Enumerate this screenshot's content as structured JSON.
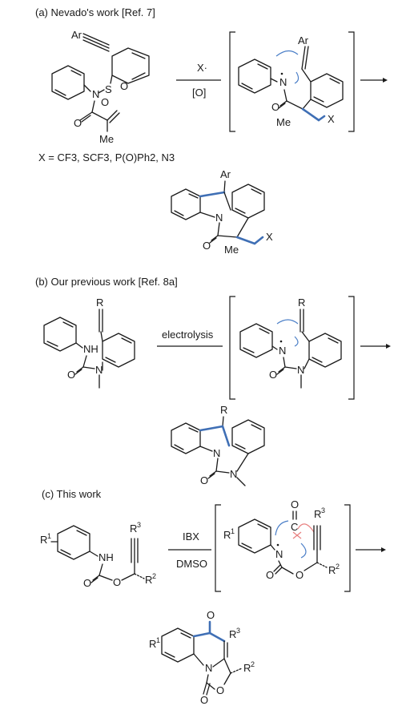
{
  "sections": [
    {
      "heading": "(a) Nevado's work [Ref. 7]",
      "conditions_top": "X·",
      "conditions_bottom": "[O]",
      "x_list": "X = CF3, SCF3, P(O)Ph2, N3"
    },
    {
      "heading": "(b) Our previous work [Ref. 8a]",
      "conditions_top": "electrolysis"
    },
    {
      "heading": "(c) This work",
      "conditions_top": "IBX",
      "conditions_bottom": "DMSO"
    }
  ],
  "atoms": {
    "Ar": "Ar",
    "N": "N",
    "S": "S",
    "O": "O",
    "X": "X",
    "Me": "Me",
    "R": "R",
    "NH": "NH",
    "R1": "R",
    "R2": "R",
    "R3": "R",
    "sup1": "1",
    "sup2": "2",
    "sup3": "3",
    "C": "C"
  },
  "colors": {
    "bond": "#1a1a1a",
    "highlight": "#3f6fb5",
    "arrow_blue": "#4a7ec7",
    "arrow_red": "#e88080"
  }
}
